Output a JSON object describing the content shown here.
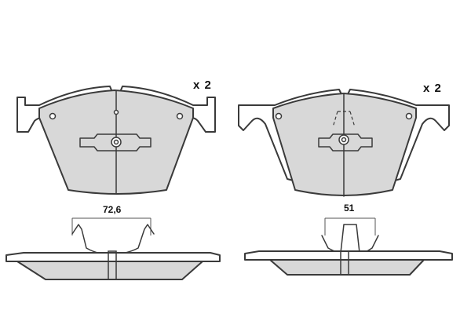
{
  "diagram": {
    "pads": [
      {
        "id": "pad-left",
        "quantity_label": "x 2",
        "dimension_label": "72,6"
      },
      {
        "id": "pad-right",
        "quantity_label": "x 2",
        "dimension_label": "51"
      }
    ]
  }
}
